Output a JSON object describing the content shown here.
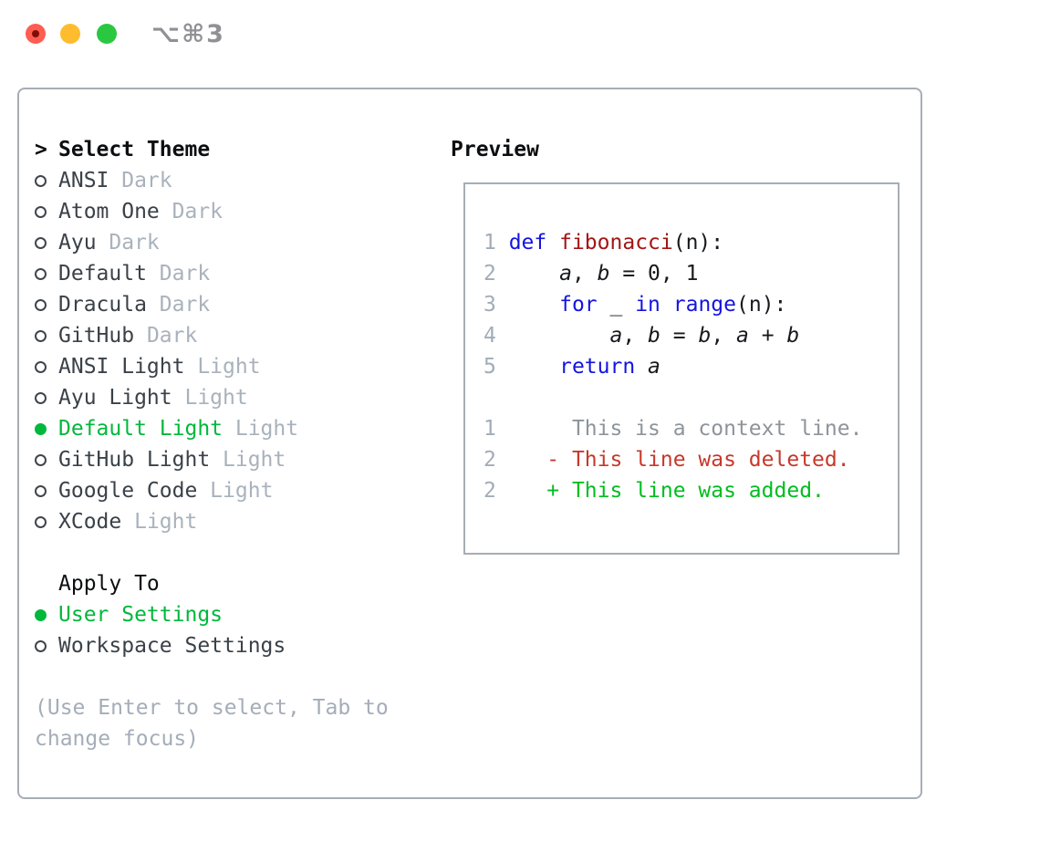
{
  "window": {
    "shortcut": "⌥⌘3",
    "traffic_lights": [
      {
        "name": "close",
        "color_key": "tl_red"
      },
      {
        "name": "minimize",
        "color_key": "tl_yellow"
      },
      {
        "name": "zoom",
        "color_key": "tl_green"
      }
    ]
  },
  "theme_selector": {
    "title_marker": ">",
    "title": "Select Theme",
    "items": [
      {
        "name": "ANSI",
        "tag": "Dark",
        "selected": false
      },
      {
        "name": "Atom One",
        "tag": "Dark",
        "selected": false
      },
      {
        "name": "Ayu",
        "tag": "Dark",
        "selected": false
      },
      {
        "name": "Default",
        "tag": "Dark",
        "selected": false
      },
      {
        "name": "Dracula",
        "tag": "Dark",
        "selected": false
      },
      {
        "name": "GitHub",
        "tag": "Dark",
        "selected": false
      },
      {
        "name": "ANSI Light",
        "tag": "Light",
        "selected": false
      },
      {
        "name": "Ayu Light",
        "tag": "Light",
        "selected": false
      },
      {
        "name": "Default Light",
        "tag": "Light",
        "selected": true
      },
      {
        "name": "GitHub Light",
        "tag": "Light",
        "selected": false
      },
      {
        "name": "Google Code",
        "tag": "Light",
        "selected": false
      },
      {
        "name": "XCode",
        "tag": "Light",
        "selected": false
      }
    ],
    "apply_to": {
      "title": "Apply To",
      "options": [
        {
          "label": "User Settings",
          "selected": true
        },
        {
          "label": "Workspace Settings",
          "selected": false
        }
      ]
    },
    "help": [
      "(Use Enter to select, Tab to",
      "change focus)"
    ]
  },
  "preview": {
    "title": "Preview",
    "code_lines": [
      {
        "num": "1",
        "tokens": [
          [
            "kw",
            "def"
          ],
          [
            "pl",
            " "
          ],
          [
            "fn",
            "fibonacci"
          ],
          [
            "pl",
            "(n):"
          ]
        ]
      },
      {
        "num": "2",
        "tokens": [
          [
            "pl",
            "    "
          ],
          [
            "var",
            "a"
          ],
          [
            "pl",
            ", "
          ],
          [
            "var",
            "b"
          ],
          [
            "pl",
            " = 0, 1"
          ]
        ]
      },
      {
        "num": "3",
        "tokens": [
          [
            "pl",
            "    "
          ],
          [
            "kw",
            "for"
          ],
          [
            "pl",
            " _ "
          ],
          [
            "kw",
            "in"
          ],
          [
            "pl",
            " "
          ],
          [
            "kw",
            "range"
          ],
          [
            "pl",
            "(n):"
          ]
        ]
      },
      {
        "num": "4",
        "tokens": [
          [
            "pl",
            "        "
          ],
          [
            "var",
            "a"
          ],
          [
            "pl",
            ", "
          ],
          [
            "var",
            "b"
          ],
          [
            "pl",
            " = "
          ],
          [
            "var",
            "b"
          ],
          [
            "pl",
            ", "
          ],
          [
            "var",
            "a"
          ],
          [
            "pl",
            " + "
          ],
          [
            "var",
            "b"
          ]
        ]
      },
      {
        "num": "5",
        "tokens": [
          [
            "pl",
            "    "
          ],
          [
            "kw",
            "return"
          ],
          [
            "pl",
            " "
          ],
          [
            "var",
            "a"
          ]
        ]
      }
    ],
    "diff_lines": [
      {
        "num": "1",
        "tokens": [
          [
            "ctx",
            "     This is a context line."
          ]
        ]
      },
      {
        "num": "2",
        "tokens": [
          [
            "del",
            "   - This line was deleted."
          ]
        ]
      },
      {
        "num": "2",
        "tokens": [
          [
            "add",
            "   + This line was added."
          ]
        ]
      }
    ]
  },
  "colors": {
    "heading_text": "#0c0e10",
    "item_text": "#3a4148",
    "tag_gray": "#a9b2bc",
    "help_gray": "#a4adb8",
    "border_gray": "#a6adb5",
    "accent_green": "#00b83c",
    "line_number_gray": "#a2acb8",
    "kw_blue": "#1414e0",
    "fn_red": "#a31515",
    "code_text": "#16191d",
    "ctx_gray": "#8d949b",
    "del_red": "#c6382a",
    "add_green": "#00bd20",
    "tl_red": "#ff5d52",
    "tl_red_dot": "#7e0f08",
    "tl_yellow": "#febc2e",
    "tl_green": "#2ac840",
    "shortcut_gray": "#909095"
  }
}
